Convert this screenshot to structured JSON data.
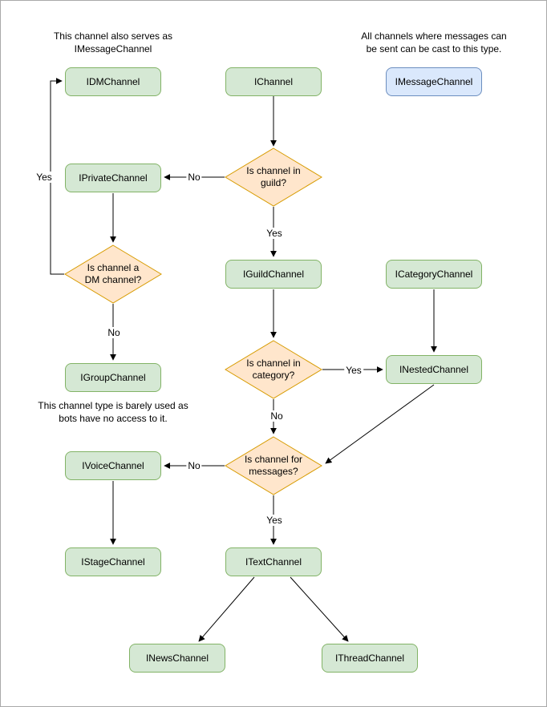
{
  "diagram": {
    "annotations": {
      "dm_note": "This channel also serves as\nIMessageChannel",
      "cast_note": "All channels where messages can\nbe sent can be cast to this type.",
      "group_note": "This channel type is barely used as\nbots have no access to it."
    },
    "nodes": {
      "idmchannel": "IDMChannel",
      "ichannel": "IChannel",
      "imessagechannel": "IMessageChannel",
      "iprivatechannel": "IPrivateChannel",
      "iguildchannel": "IGuildChannel",
      "icategorychannel": "ICategoryChannel",
      "igroupchannel": "IGroupChannel",
      "inestedchannel": "INestedChannel",
      "ivoicechannel": "IVoiceChannel",
      "istagechannel": "IStageChannel",
      "itextchannel": "ITextChannel",
      "inewschannel": "INewsChannel",
      "ithreadchannel": "IThreadChannel"
    },
    "decisions": {
      "in_guild": "Is channel in\nguild?",
      "is_dm": "Is channel a\nDM channel?",
      "in_category": "Is channel in\ncategory?",
      "for_messages": "Is channel for\nmessages?"
    },
    "edge_labels": {
      "guild_no": "No",
      "guild_yes": "Yes",
      "dm_yes": "Yes",
      "dm_no": "No",
      "category_yes": "Yes",
      "category_no": "No",
      "messages_no": "No",
      "messages_yes": "Yes"
    },
    "colors": {
      "class_fill": "#d5e8d4",
      "class_stroke": "#82b366",
      "highlight_fill": "#dae8fc",
      "highlight_stroke": "#6c8ebf",
      "decision_fill": "#ffe6cc",
      "decision_stroke": "#d79b00",
      "edge": "#000000"
    }
  }
}
